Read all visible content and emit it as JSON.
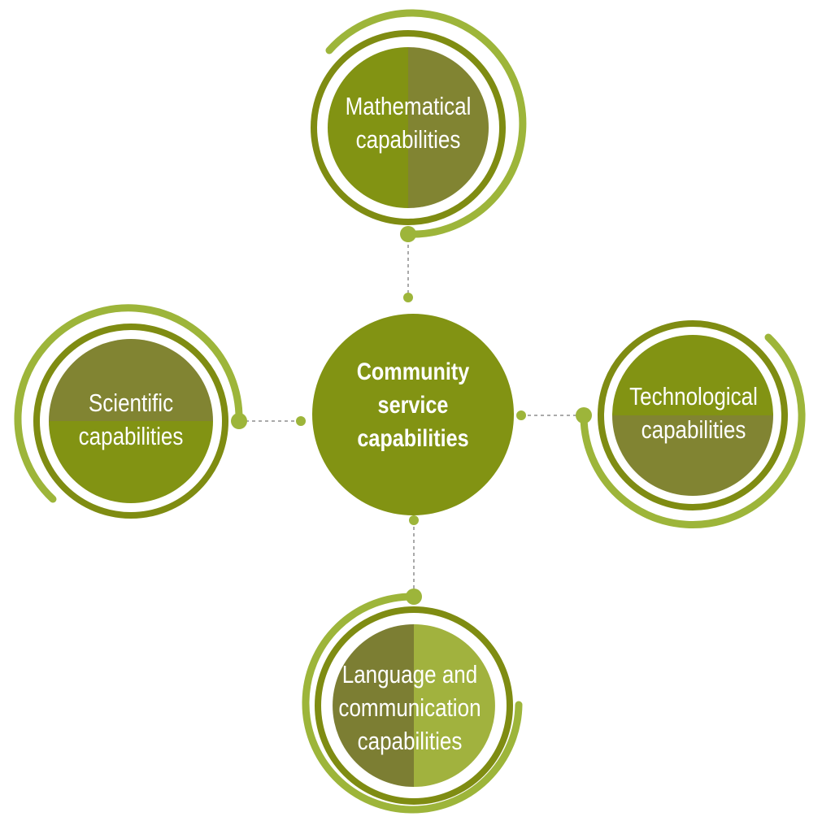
{
  "center": {
    "lines": [
      "Community",
      "service",
      "capabilities"
    ]
  },
  "nodes": {
    "mathematical": {
      "lines": [
        "Mathematical",
        "capabilities"
      ]
    },
    "scientific": {
      "lines": [
        "Scientific",
        "capabilities"
      ]
    },
    "technological": {
      "lines": [
        "Technological",
        "capabilities"
      ]
    },
    "language": {
      "lines": [
        "Language and",
        "communication",
        "capabilities"
      ]
    }
  },
  "colors": {
    "center_fill": "#829313",
    "light_green": "#9db53a",
    "mid_green": "#7f8c12",
    "olive": "#818432",
    "dark_olive": "#7c7e33",
    "leaf_light": "#a1b23e",
    "connector": "#555555"
  }
}
